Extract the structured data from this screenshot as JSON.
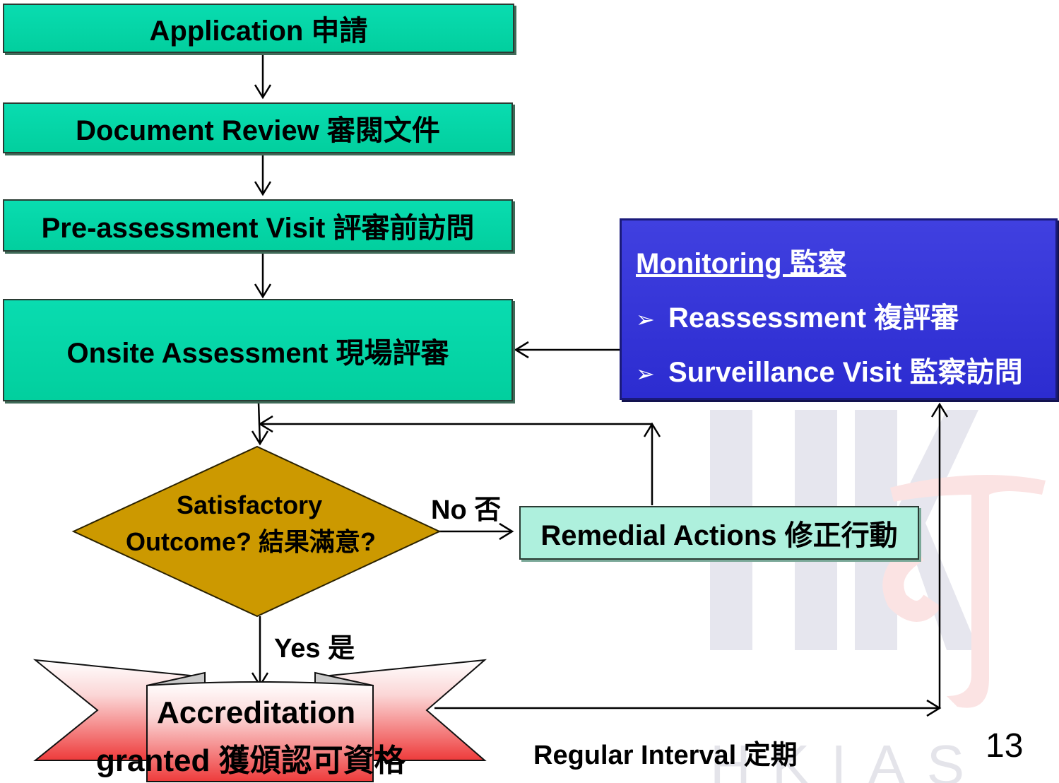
{
  "steps": {
    "application": "Application 申請",
    "document_review": "Document Review 審閱文件",
    "pre_assessment": "Pre-assessment Visit 評審前訪問",
    "onsite": "Onsite Assessment 現場評審"
  },
  "decision": {
    "line1": "Satisfactory",
    "line2": "Outcome? 結果滿意?"
  },
  "no_label": "No 否",
  "yes_label": "Yes 是",
  "remedial": "Remedial Actions 修正行動",
  "monitoring": {
    "title": "Monitoring 監察",
    "items": [
      "Reassessment 複評審",
      "Surveillance Visit 監察訪問"
    ],
    "bullet": "➢"
  },
  "accreditation": {
    "line1": "Accreditation",
    "line2": "granted 獲頒認可資格"
  },
  "regular_interval": "Regular Interval 定期",
  "page_number": "13",
  "watermark": {
    "text": "HKIAS"
  },
  "colors": {
    "step_green": "#03d4a3",
    "decision_gold": "#cc9900",
    "monitoring_blue": "#3333d6",
    "remedial_mint": "#aef0dd",
    "banner_red": "#f05050"
  }
}
